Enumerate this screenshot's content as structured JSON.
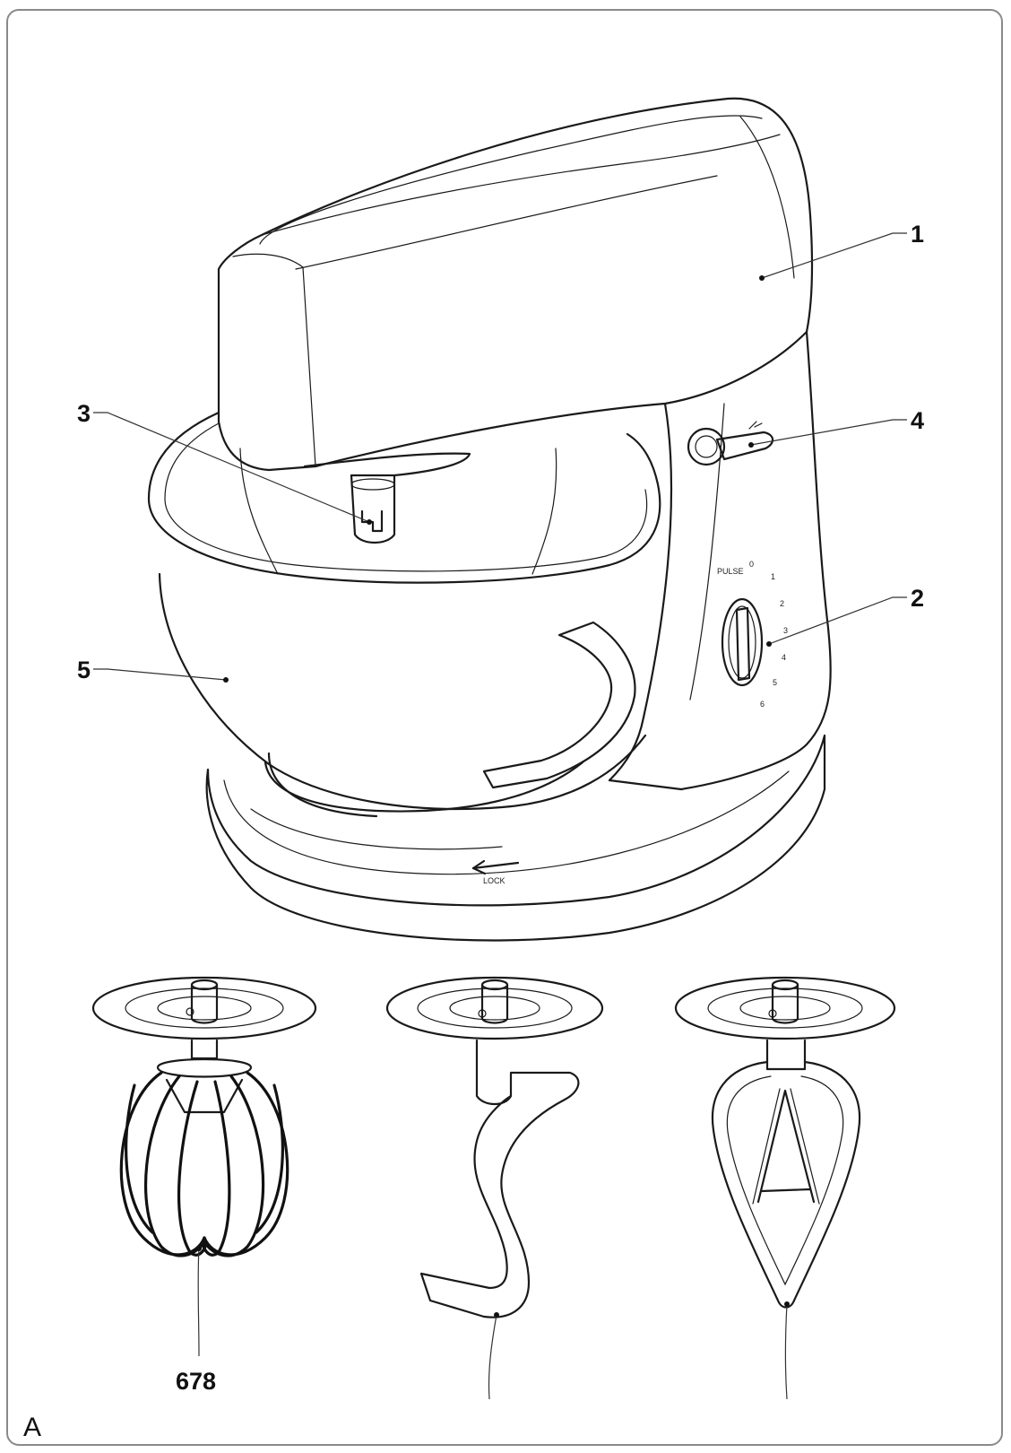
{
  "callouts": {
    "label_1": "1",
    "label_2": "2",
    "label_3": "3",
    "label_4": "4",
    "label_5": "5",
    "label_678": "678"
  },
  "figure_label": "A",
  "base_marking": "LOCK",
  "speed_dial_marking": "PULSE",
  "colors": {
    "line": "#1a1a1a",
    "frame": "#8a8a8a",
    "background": "#ffffff"
  }
}
